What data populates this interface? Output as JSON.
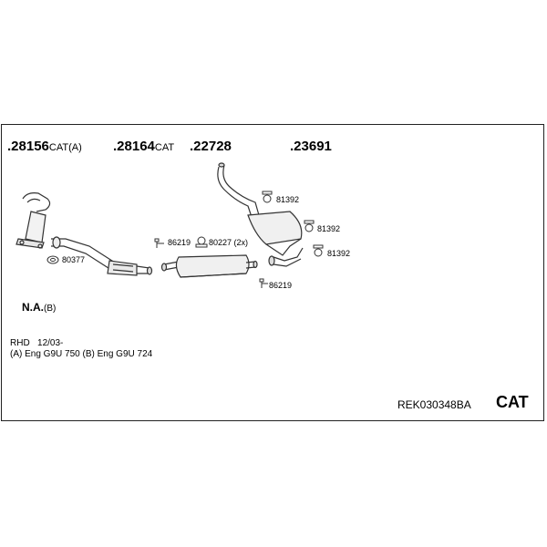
{
  "parts": [
    {
      "number": ".28156",
      "suffix": "CAT(A)"
    },
    {
      "number": ".28164",
      "suffix": "CAT"
    },
    {
      "number": ".22728",
      "suffix": ""
    },
    {
      "number": ".23691",
      "suffix": ""
    }
  ],
  "callouts": {
    "c80377": "80377",
    "c86219_left": "86219",
    "c80227": "80227 (2x)",
    "c86219_right": "86219",
    "c81392_a": "81392",
    "c81392_b": "81392",
    "c81392_c": "81392"
  },
  "na_label": "N.A.",
  "na_suffix": "(B)",
  "notes": {
    "rhd": "RHD",
    "date": "12/03-",
    "engines": "(A) Eng G9U 750 (B) Eng G9U 724"
  },
  "kit_code": "REK030348BA",
  "kit_type": "CAT",
  "icons": [
    "hanger-icon",
    "rubber-mount-icon",
    "clamp-icon",
    "gasket-icon"
  ]
}
